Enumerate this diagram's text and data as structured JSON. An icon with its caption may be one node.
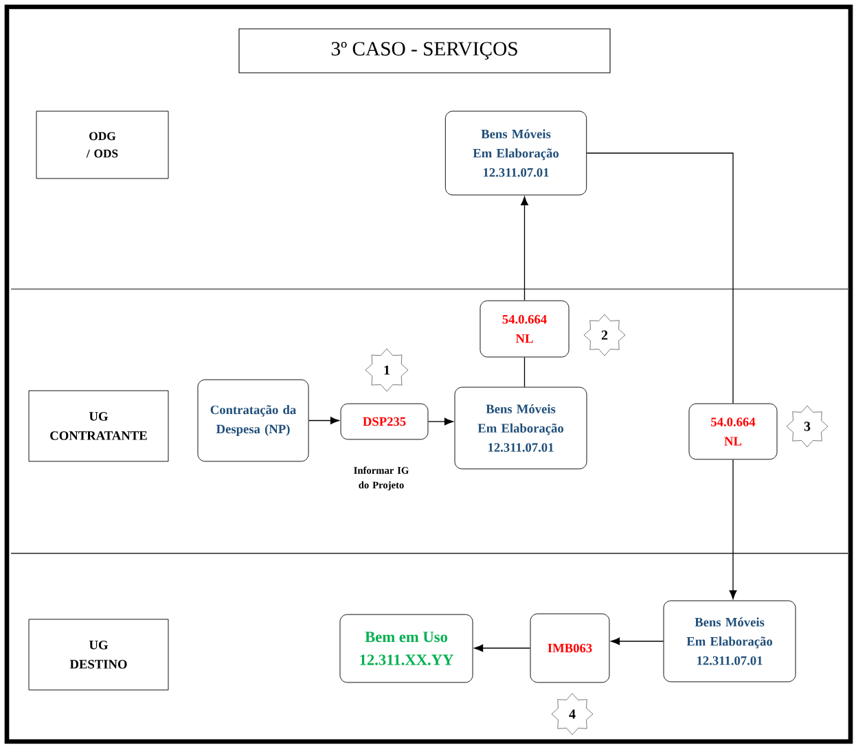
{
  "diagram": {
    "title": "3º CASO - SERVIÇOS",
    "nodes": [
      {
        "text": [
          "ODG / ODS"
        ]
      },
      {
        "text": [
          "Bens Móveis Em Elaboração",
          "12.311.07.01"
        ]
      },
      {
        "text": [
          "UG CONTRATANTE"
        ]
      },
      {
        "text": [
          "Contratação da Despesa (NP)"
        ]
      },
      {
        "text": [
          "DSP235"
        ]
      },
      {
        "text": [
          "1"
        ]
      },
      {
        "text": [
          "54.0.664",
          "NL"
        ]
      },
      {
        "text": [
          "2"
        ]
      },
      {
        "text": [
          "Bens Móveis Em Elaboração",
          "12.311.07.01"
        ]
      },
      {
        "text": [
          "54.0.664",
          "NL"
        ]
      },
      {
        "text": [
          "3"
        ]
      },
      {
        "text": [
          "UG DESTINO"
        ]
      },
      {
        "text": [
          "Bens Móveis Em Elaboração",
          "12.311.07.01"
        ]
      },
      {
        "text": [
          "IMB063"
        ]
      },
      {
        "text": [
          "Bem em Uso",
          "12.311.XX.YY"
        ]
      },
      {
        "text": [
          "4"
        ]
      }
    ],
    "edges": [
      {
        "from": 3,
        "to": 4,
        "arrow": "to"
      },
      {
        "from": 4,
        "to": 8,
        "arrow": "to"
      },
      {
        "from": 8,
        "to": 6,
        "arrow": "none"
      },
      {
        "from": 6,
        "to": 1,
        "arrow": "to"
      },
      {
        "from": 1,
        "to": 9,
        "arrow": "none"
      },
      {
        "from": 9,
        "to": 12,
        "arrow": "to"
      },
      {
        "from": 12,
        "to": 13,
        "arrow": "to"
      },
      {
        "from": 13,
        "to": 14,
        "arrow": "to"
      }
    ],
    "labels": [
      "Informar IG do Projeto"
    ]
  }
}
